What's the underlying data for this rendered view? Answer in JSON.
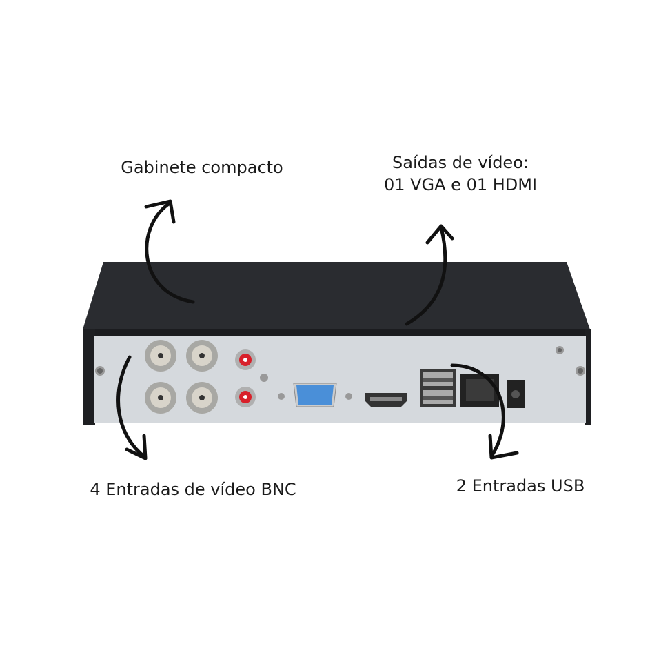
{
  "annotations": {
    "cabinet": "Gabinete compacto",
    "video_outputs_line1": "Saídas de vídeo:",
    "video_outputs_line2": "01 VGA e 01 HDMI",
    "bnc_inputs": "4 Entradas de vídeo BNC",
    "usb_inputs": "2 Entradas USB"
  },
  "colors": {
    "case": "#26282c",
    "panel": "#d5d9dd",
    "vga": "#4a8fd8",
    "rca": "#d8202a",
    "arrow": "#111111"
  }
}
